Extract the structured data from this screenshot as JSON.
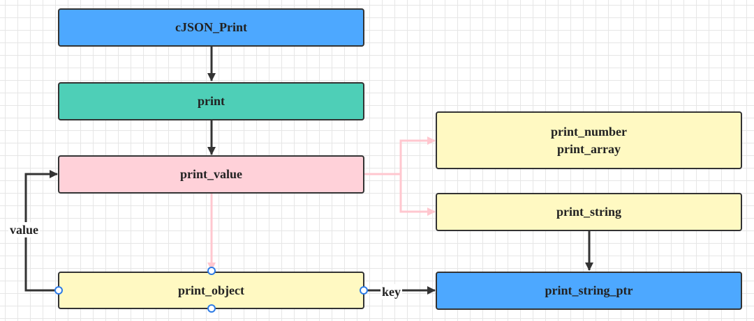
{
  "nodes": {
    "cjson_print": {
      "label": "cJSON_Print",
      "color": "#4da8ff"
    },
    "print": {
      "label": "print",
      "color": "#4ecfb7"
    },
    "print_value": {
      "label": "print_value",
      "color": "#ffd1d9"
    },
    "print_number_array": {
      "line1": "print_number",
      "line2": "print_array",
      "color": "#fff9c2"
    },
    "print_string": {
      "label": "print_string",
      "color": "#fff9c2"
    },
    "print_object": {
      "label": "print_object",
      "color": "#fff9c2"
    },
    "print_string_ptr": {
      "label": "print_string_ptr",
      "color": "#4da8ff"
    }
  },
  "edge_labels": {
    "value": "value",
    "key": "key"
  },
  "colors": {
    "edge_dark": "#333333",
    "edge_pink": "#ffc7cf",
    "selection_handle": "#2d7be5"
  }
}
